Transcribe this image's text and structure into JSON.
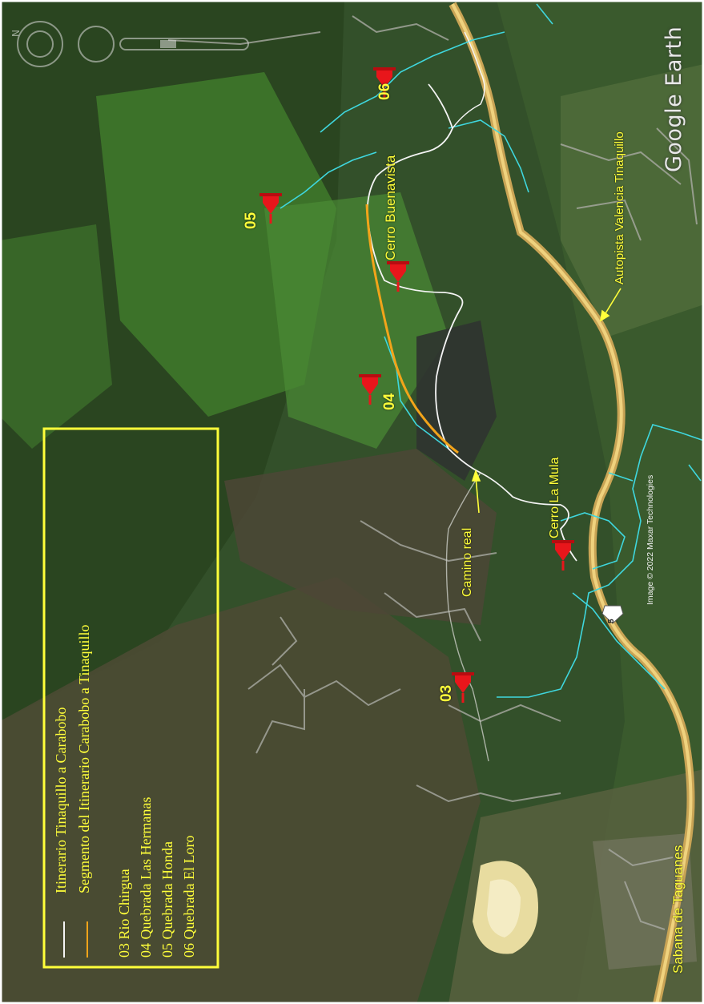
{
  "map": {
    "colors": {
      "itinerary_white": "#f4f4f4",
      "segment_orange": "#f2a41a",
      "river_cyan": "#3fd7de",
      "highway": "#d9b45a",
      "label_yellow": "#ffff3a",
      "marker_red": "#e8161b"
    },
    "legend": {
      "line_1": "Itinerario Tinaquillo a Carabobo",
      "line_2": "Segmento del Itinerario Carabobo a  Tinaquillo",
      "item_03": "03 Rio Chirgua",
      "item_04": "04 Quebrada Las Hermanas",
      "item_05": "05 Quebrada Honda",
      "item_06": "06 Quebrada El Loro"
    },
    "labels": {
      "cerro_buenavista": "Cerro Buenavista",
      "cerro_la_mula": "Cerro La Mula",
      "camino_real": "Camino real",
      "autopista": "Autopista Valencia Tinaquillo",
      "sabana": "Sabana de Taguanes",
      "highway_shield": "5"
    },
    "markers": {
      "m03": "03",
      "m04": "04",
      "m05": "05",
      "m06": "06"
    },
    "watermark": "Google Earth",
    "credit": "Image © 2022 Maxar Technologies",
    "marker_icon": "pushpin-icon",
    "compass_icon": "compass-icon"
  }
}
